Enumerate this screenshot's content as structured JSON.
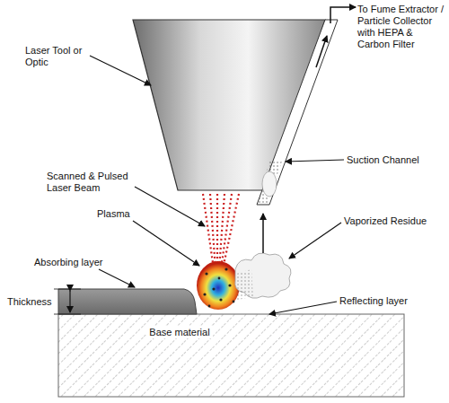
{
  "diagram": {
    "nodes": [
      {
        "text": [
          "Base material"
        ]
      }
    ],
    "labels": [
      "To Fume Extractor / Particle Collector with HEPA & Carbon Filter",
      "Laser Tool or Optic",
      "Suction Channel",
      "Scanned & Pulsed Laser Beam",
      "Plasma",
      "Vaporized Residue",
      "Absorbing layer",
      "Thickness",
      "Reflecting layer"
    ]
  }
}
